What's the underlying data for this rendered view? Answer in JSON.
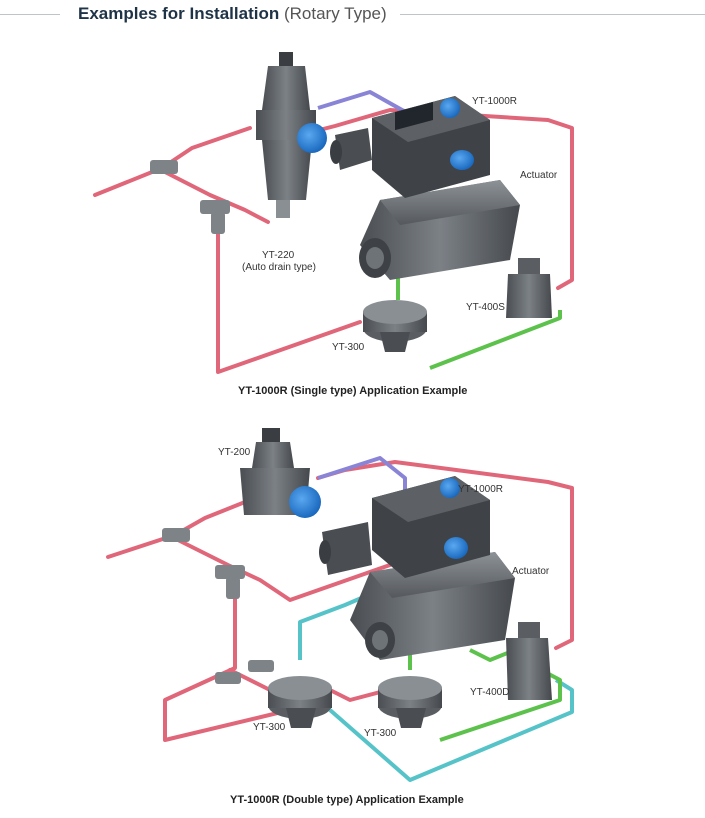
{
  "header": {
    "title_bold": "Examples for Installation",
    "title_light": "(Rotary Type)"
  },
  "single": {
    "caption": "YT-1000R (Single type) Application Example",
    "labels": {
      "positioner": "YT-1000R",
      "actuator": "Actuator",
      "filter_model": "YT-220",
      "filter_note": "(Auto drain type)",
      "lockup": "YT-400S",
      "booster": "YT-300"
    }
  },
  "double": {
    "caption": "YT-1000R (Double type) Application Example",
    "labels": {
      "filter_model": "YT-200",
      "positioner": "YT-1000R",
      "actuator": "Actuator",
      "lockup": "YT-400D",
      "booster_left": "YT-300",
      "booster_right": "YT-300"
    }
  },
  "colors": {
    "supply_line": "#e0677a",
    "signal_line": "#8a84d6",
    "output_line": "#5cc24c",
    "output_line_2": "#56c3c9",
    "body": "#5b5f63",
    "body_dark": "#3e4246",
    "body_light": "#8a8f94",
    "gauge_blue": "#1c79d6"
  }
}
